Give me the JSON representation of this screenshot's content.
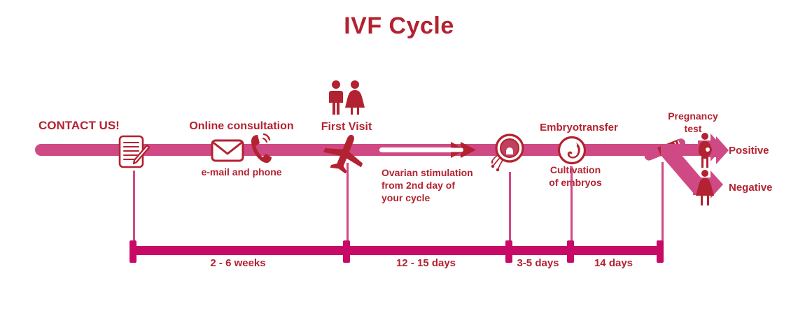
{
  "title": "IVF Cycle",
  "colors": {
    "crimson_text": "#b32230",
    "pink_bar": "#cf4a84",
    "magenta_scale": "#c80a67",
    "background": "#ffffff"
  },
  "timeline": {
    "steps": [
      {
        "id": "contact-us",
        "label": "CONTACT US!",
        "icon": "document-pen-icon",
        "sublabel": null
      },
      {
        "id": "online-consultation",
        "label": "Online consultation",
        "icon": "envelope-phone-icon",
        "sublabel": "e-mail and phone"
      },
      {
        "id": "first-visit",
        "label": "First Visit",
        "icon": "airplane-icon",
        "top_icon": "man-woman-icon",
        "sublabel": null
      },
      {
        "id": "ovarian-stimulation",
        "label": "Ovarian stimulation from 2nd day of your cycle",
        "icon": "arrow-right-icon",
        "sublabel": null
      },
      {
        "id": "cultivation-of-embryos",
        "label": "Cultivation of embryos",
        "icon": "fertilized-egg-icon",
        "sublabel": null
      },
      {
        "id": "embryotransfer",
        "label": "Embryotransfer",
        "icon": "embryo-circle-icon",
        "sublabel": null
      },
      {
        "id": "pregnancy-test",
        "label": "Pregnancy test",
        "icon": "pregnancy-test-stick-icon",
        "sublabel": null
      }
    ],
    "ovarian_lines": [
      "Ovarian stimulation",
      "from 2nd day of",
      "your cycle"
    ],
    "cultivation_lines": [
      "Cultivation",
      "of embryos"
    ],
    "pregnancy_lines": [
      "Pregnancy",
      "test"
    ]
  },
  "outcomes": [
    {
      "id": "positive",
      "label": "Positive",
      "icon": "pregnant-woman-icon"
    },
    {
      "id": "negative",
      "label": "Negative",
      "icon": "woman-icon"
    }
  ],
  "scale": {
    "segments": [
      {
        "id": "seg-2-6-weeks",
        "label": "2 - 6 weeks"
      },
      {
        "id": "seg-12-15-days",
        "label": "12 - 15 days"
      },
      {
        "id": "seg-3-5-days",
        "label": "3-5 days"
      },
      {
        "id": "seg-14-days",
        "label": "14 days"
      }
    ]
  }
}
